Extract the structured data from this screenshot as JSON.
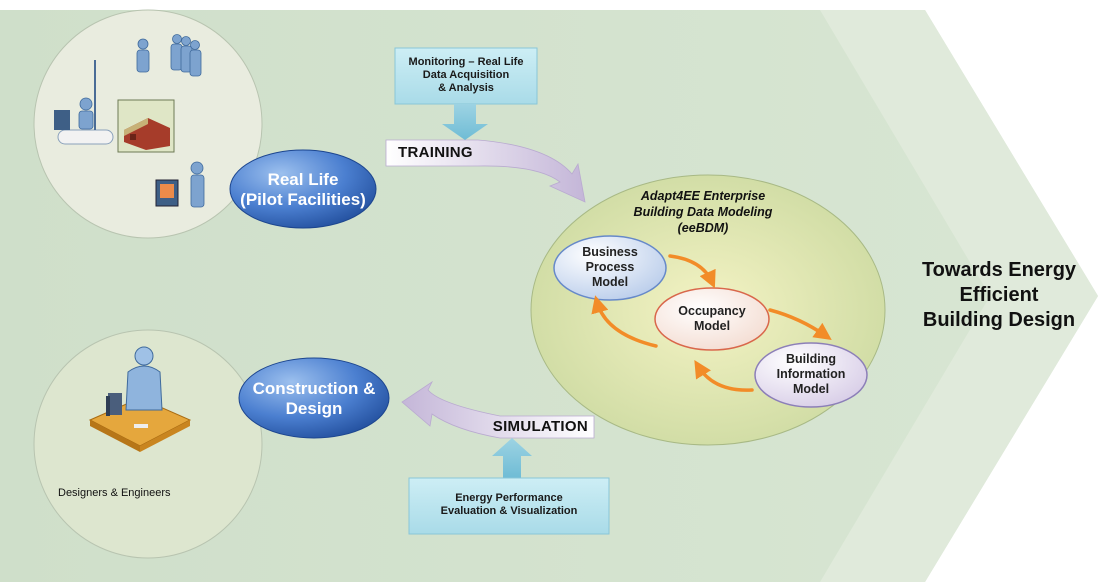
{
  "boxes": {
    "monitoring": "Monitoring – Real Life\nData Acquisition\n& Analysis",
    "energy": "Energy Performance\nEvaluation & Visualization"
  },
  "ellipses": {
    "real_life": "Real Life\n(Pilot Facilities)",
    "construction": "Construction &\nDesign",
    "business_process": "Business\nProcess\nModel",
    "occupancy": "Occupancy\nModel",
    "building_information": "Building\nInformation\nModel"
  },
  "arrows": {
    "training": "TRAINING",
    "simulation": "SIMULATION"
  },
  "eebdm_title": "Adapt4EE Enterprise\nBuilding Data Modeling\n(eeBDM)",
  "towards_label": "Towards Energy\nEfficient\nBuilding Design",
  "designers_caption": "Designers & Engineers",
  "colors": {
    "background_chevron": "#d4e3cf",
    "chevron_tip": "#e1ebdd",
    "box_fill": "#bfe6ef",
    "blue_ellipse": "#3e6fc0",
    "occupancy_outline": "#d9674b",
    "cycle_arrow": "#f28c28",
    "training_arrow": "#ccc0dc"
  }
}
